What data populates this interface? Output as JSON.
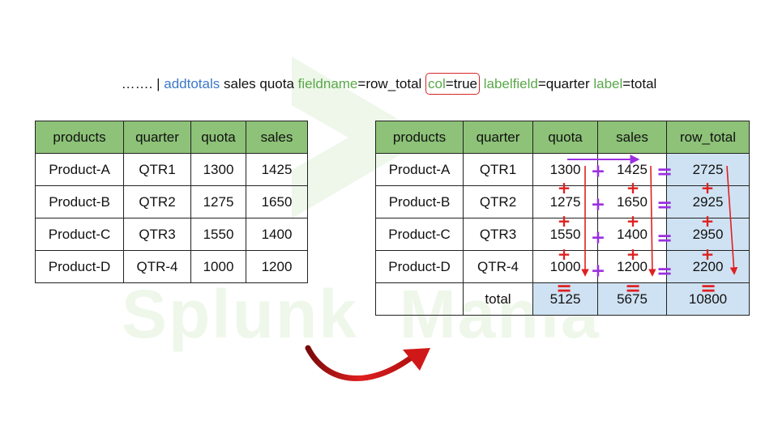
{
  "watermark": {
    "text": "Splunk  Mania"
  },
  "command": {
    "prefix": "……. | ",
    "keyword": "addtotals",
    "fields": " sales quota ",
    "arg1_name": "fieldname",
    "arg1_value": "=row_total ",
    "arg2_name": "col",
    "arg2_value": "=true",
    "arg3_name": " labelfield",
    "arg3_value": "=quarter ",
    "arg4_name": "label",
    "arg4_value": "=total"
  },
  "left_table": {
    "headers": [
      "products",
      "quarter",
      "quota",
      "sales"
    ],
    "rows": [
      [
        "Product-A",
        "QTR1",
        "1300",
        "1425"
      ],
      [
        "Product-B",
        "QTR2",
        "1275",
        "1650"
      ],
      [
        "Product-C",
        "QTR3",
        "1550",
        "1400"
      ],
      [
        "Product-D",
        "QTR-4",
        "1000",
        "1200"
      ]
    ]
  },
  "right_table": {
    "headers": [
      "products",
      "quarter",
      "quota",
      "sales",
      "row_total"
    ],
    "rows": [
      [
        "Product-A",
        "QTR1",
        "1300",
        "1425",
        "2725"
      ],
      [
        "Product-B",
        "QTR2",
        "1275",
        "1650",
        "2925"
      ],
      [
        "Product-C",
        "QTR3",
        "1550",
        "1400",
        "2950"
      ],
      [
        "Product-D",
        "QTR-4",
        "1000",
        "1200",
        "2200"
      ]
    ],
    "total_row": [
      "",
      "total",
      "5125",
      "5675",
      "10800"
    ]
  },
  "symbols": {
    "plus": "+",
    "equals": "="
  },
  "colors": {
    "header_green": "#8dc278",
    "highlight_blue": "#cfe2f3",
    "command_blue": "#3b78c9",
    "command_green": "#5aa84a",
    "arrow_red": "#e02020",
    "arrow_purple": "#9b30e0"
  }
}
